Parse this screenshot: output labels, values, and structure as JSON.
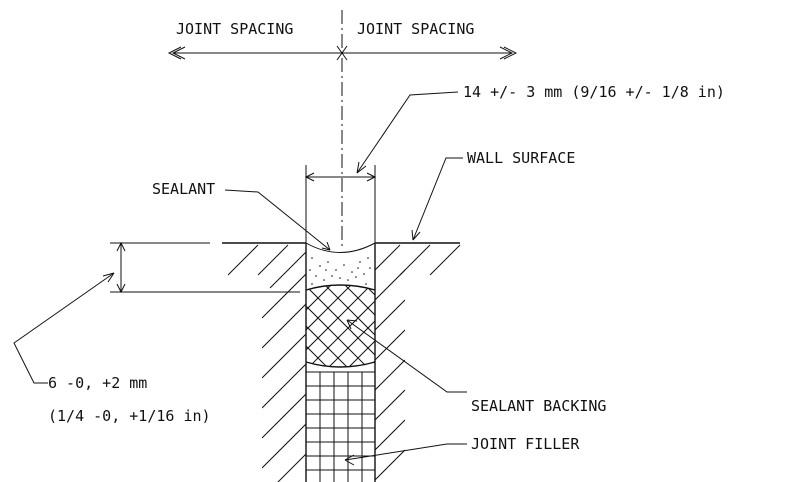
{
  "labels": {
    "joint_spacing_left": "JOINT SPACING",
    "joint_spacing_right": "JOINT SPACING",
    "joint_width": "14 +/- 3 mm (9/16 +/- 1/8 in)",
    "sealant": "SEALANT",
    "wall_surface": "WALL SURFACE",
    "depth_mm": "6 -0, +2 mm",
    "depth_in": "(1/4 -0, +1/16 in)",
    "sealant_backing": "SEALANT BACKING",
    "joint_filler": "JOINT FILLER"
  },
  "colors": {
    "ink": "#111111",
    "background": "#ffffff"
  }
}
